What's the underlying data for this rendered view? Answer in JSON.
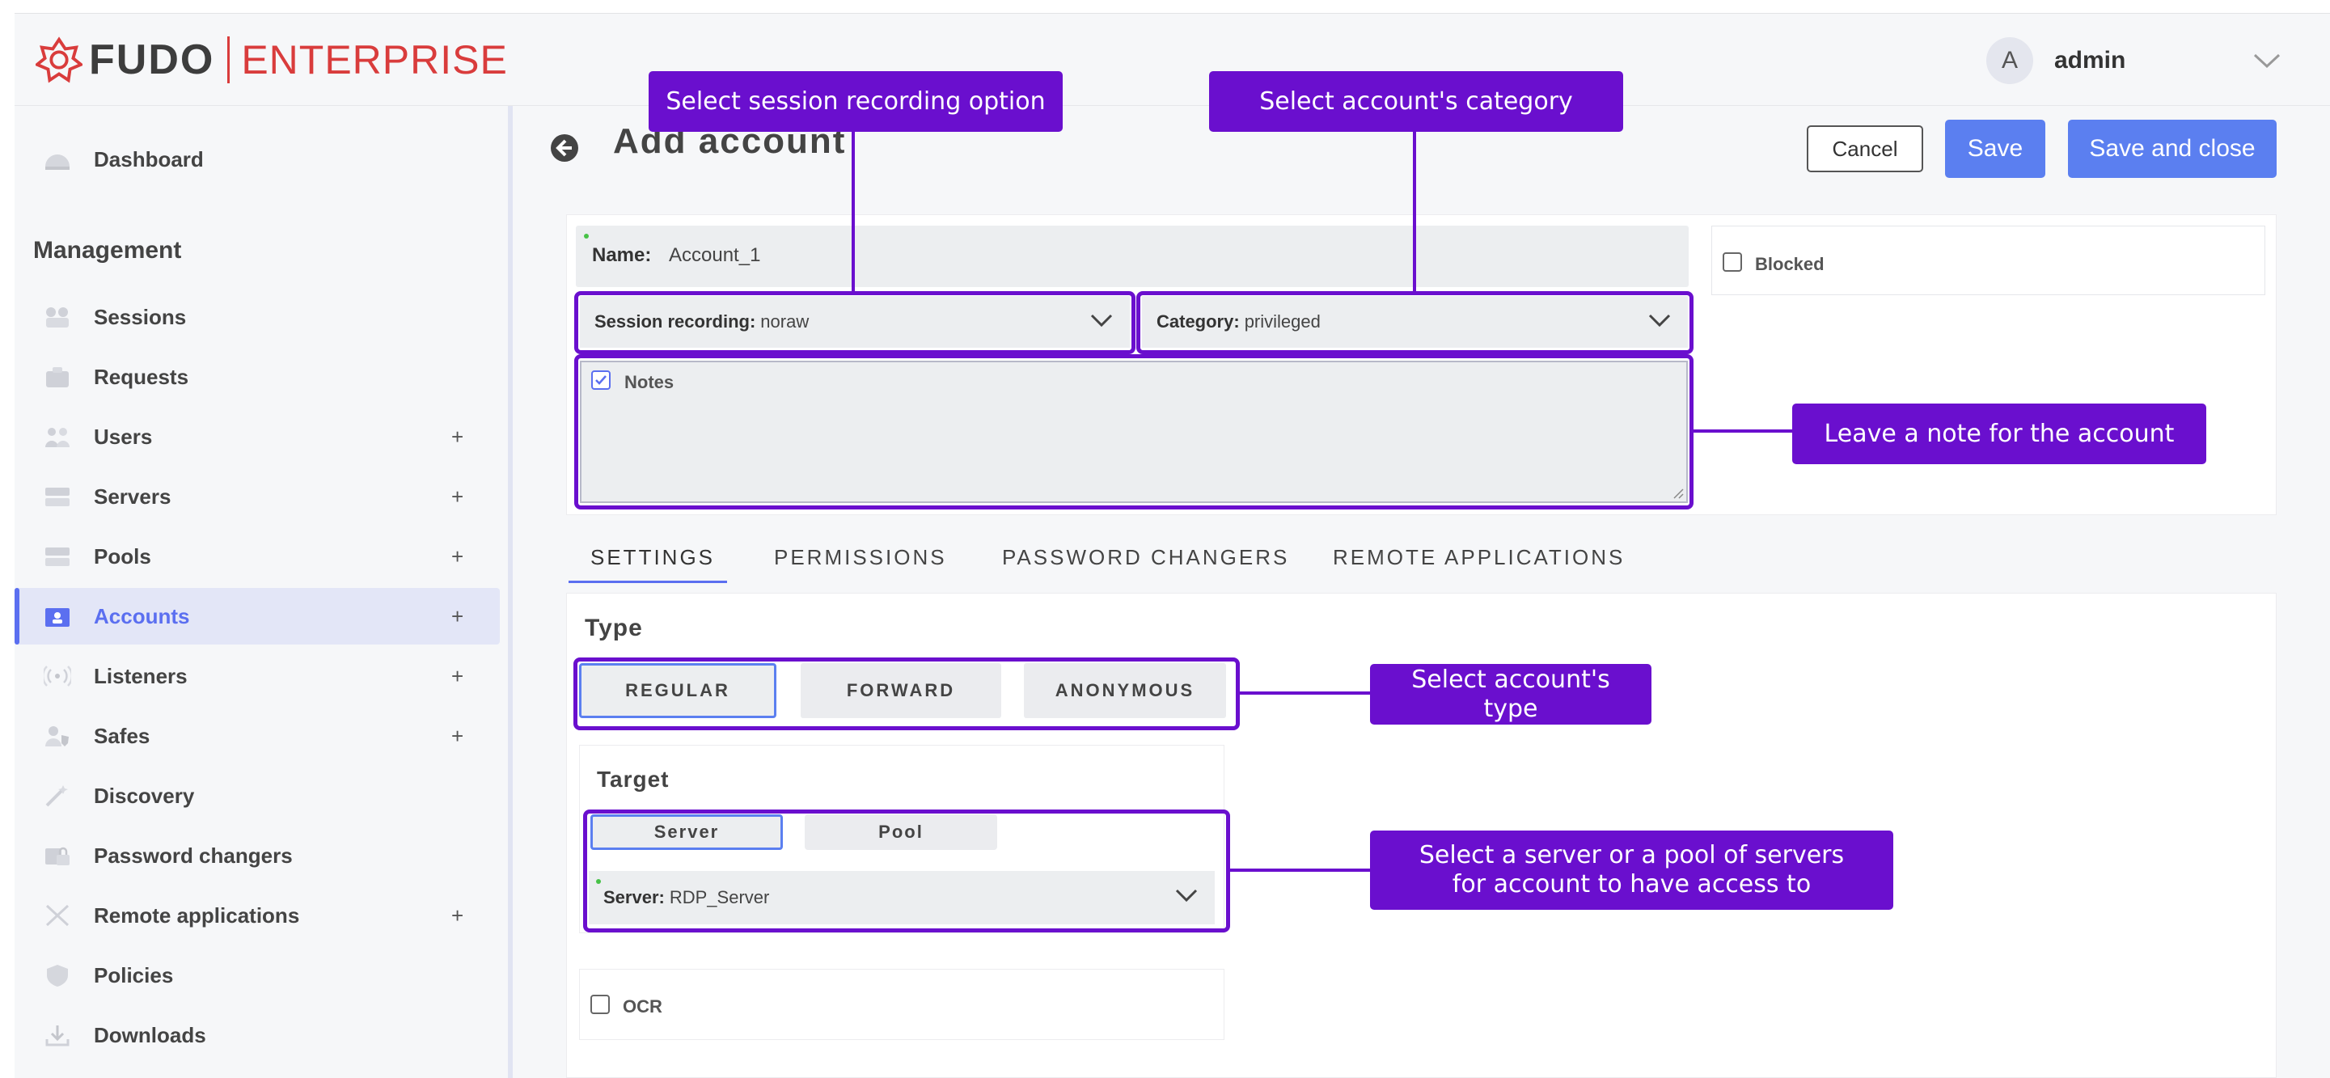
{
  "brand": {
    "name": "FUDO",
    "edition": "ENTERPRISE",
    "color": "#d93c3c"
  },
  "user": {
    "initial": "A",
    "name": "admin"
  },
  "sidebar": {
    "section_title": "Management",
    "items": [
      {
        "label": "Dashboard",
        "icon": "dashboard-icon",
        "plus": ""
      },
      {
        "label": "Sessions",
        "icon": "sessions-icon",
        "plus": ""
      },
      {
        "label": "Requests",
        "icon": "requests-icon",
        "plus": ""
      },
      {
        "label": "Users",
        "icon": "users-icon",
        "plus": "+"
      },
      {
        "label": "Servers",
        "icon": "servers-icon",
        "plus": "+"
      },
      {
        "label": "Pools",
        "icon": "pools-icon",
        "plus": "+"
      },
      {
        "label": "Accounts",
        "icon": "accounts-icon",
        "plus": "+",
        "active": true
      },
      {
        "label": "Listeners",
        "icon": "listeners-icon",
        "plus": "+"
      },
      {
        "label": "Safes",
        "icon": "safes-icon",
        "plus": "+"
      },
      {
        "label": "Discovery",
        "icon": "discovery-icon",
        "plus": ""
      },
      {
        "label": "Password changers",
        "icon": "password-changers-icon",
        "plus": ""
      },
      {
        "label": "Remote applications",
        "icon": "remote-applications-icon",
        "plus": "+"
      },
      {
        "label": "Policies",
        "icon": "policies-icon",
        "plus": ""
      },
      {
        "label": "Downloads",
        "icon": "downloads-icon",
        "plus": ""
      }
    ]
  },
  "page": {
    "title": "Add account",
    "cancel_label": "Cancel",
    "save_label": "Save",
    "save_close_label": "Save and close"
  },
  "form": {
    "name_label": "Name:",
    "name_value": "Account_1",
    "blocked_label": "Blocked",
    "session_recording_label": "Session recording:",
    "session_recording_value": "noraw",
    "category_label": "Category:",
    "category_value": "privileged",
    "notes_label": "Notes"
  },
  "tabs": [
    "SETTINGS",
    "PERMISSIONS",
    "PASSWORD CHANGERS",
    "REMOTE APPLICATIONS"
  ],
  "settings": {
    "type_title": "Type",
    "type_options": [
      "REGULAR",
      "FORWARD",
      "ANONYMOUS"
    ],
    "target_title": "Target",
    "target_options": [
      "Server",
      "Pool"
    ],
    "server_label": "Server:",
    "server_value": "RDP_Server",
    "ocr_label": "OCR"
  },
  "callouts": {
    "session_recording": "Select session recording option",
    "category": "Select account's category",
    "note": "Leave a note for the account",
    "type": "Select account's type",
    "target_line1": "Select a server or a pool of servers",
    "target_line2": "for account to have access to"
  },
  "colors": {
    "accent": "#5b7ff0",
    "callout": "#6a0fce"
  }
}
